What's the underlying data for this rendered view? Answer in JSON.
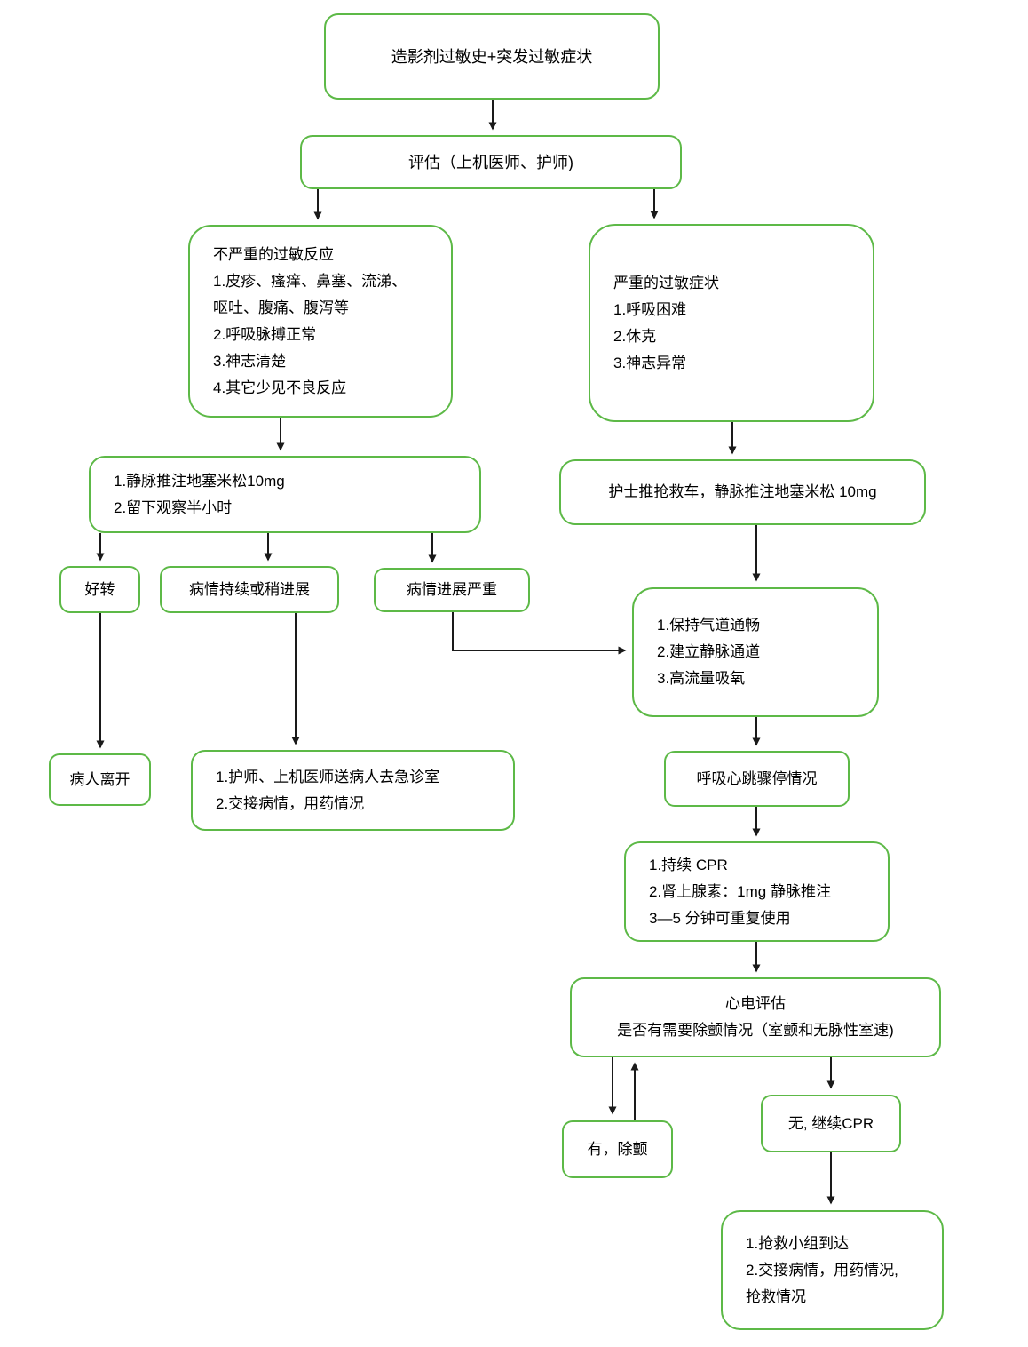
{
  "diagram": {
    "colors": {
      "box_border": "#5db947",
      "box_fill": "#ffffff",
      "arrow": "#1a1a1a",
      "text": "#000000",
      "background": "#ffffff"
    },
    "nodes": {
      "start": {
        "text": "造影剂过敏史+突发过敏症状"
      },
      "assess": {
        "text": "评估（上机医师、护师)"
      },
      "mild": {
        "text": "不严重的过敏反应\n1.皮疹、瘙痒、鼻塞、流涕、\n呕吐、腹痛、腹泻等\n2.呼吸脉搏正常\n3.神志清楚\n4.其它少见不良反应"
      },
      "severe": {
        "text": "严重的过敏症状\n1.呼吸困难\n2.休克\n3.神志异常"
      },
      "obs": {
        "text": "1.静脉推注地塞米松10mg\n2.留下观察半小时"
      },
      "cart": {
        "text": "护士推抢救车，静脉推注地塞米松 10mg"
      },
      "better": {
        "text": "好转"
      },
      "persist": {
        "text": "病情持续或稍进展"
      },
      "worse": {
        "text": "病情进展严重"
      },
      "airway": {
        "text": "1.保持气道通畅\n2.建立静脉通道\n3.高流量吸氧"
      },
      "leave": {
        "text": "病人离开"
      },
      "er": {
        "text": "1.护师、上机医师送病人去急诊室\n2.交接病情，用药情况"
      },
      "arrest": {
        "text": "呼吸心跳骤停情况"
      },
      "cpr": {
        "text": "1.持续 CPR\n2.肾上腺素：1mg 静脉推注\n3—5 分钟可重复使用"
      },
      "ecg": {
        "text": "心电评估\n是否有需要除颤情况（室颤和无脉性室速)"
      },
      "defib": {
        "text": "有，除颤"
      },
      "nocpr": {
        "text": "无, 继续CPR"
      },
      "team": {
        "text": "1.抢救小组到达\n2.交接病情，用药情况,\n抢救情况"
      }
    }
  }
}
